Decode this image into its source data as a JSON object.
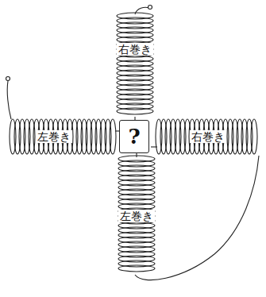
{
  "diagram": {
    "nodes": [
      {
        "text": [
          "?"
        ]
      }
    ],
    "labels": [
      "右巻き",
      "左巻き",
      "右巻き",
      "左巻き"
    ]
  }
}
